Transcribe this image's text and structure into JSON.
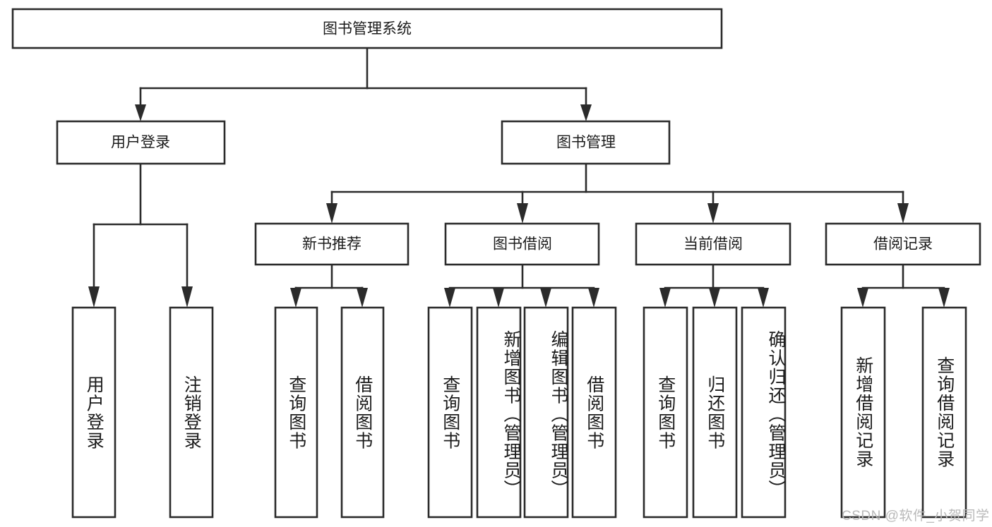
{
  "diagram": {
    "title": "图书管理系统",
    "type": "tree-hierarchy-chart",
    "watermark": "CSDN @软件_小贺同学",
    "colors": {
      "stroke": "#2b2b2b",
      "box_fill": "#ffffff",
      "text": "#1b1b1b",
      "background": "#ffffff",
      "watermark": "#b9b9b9"
    },
    "root": {
      "id": "root",
      "label": "图书管理系统",
      "orientation": "horizontal"
    },
    "level2": [
      {
        "id": "user-login",
        "label": "用户登录",
        "orientation": "horizontal"
      },
      {
        "id": "book-manage",
        "label": "图书管理",
        "orientation": "horizontal"
      }
    ],
    "level3": [
      {
        "id": "new-book-recommend",
        "label": "新书推荐",
        "orientation": "horizontal",
        "parent": "book-manage"
      },
      {
        "id": "book-borrow",
        "label": "图书借阅",
        "orientation": "horizontal",
        "parent": "book-manage"
      },
      {
        "id": "current-borrow",
        "label": "当前借阅",
        "orientation": "horizontal",
        "parent": "book-manage"
      },
      {
        "id": "borrow-record",
        "label": "借阅记录",
        "orientation": "horizontal",
        "parent": "book-manage"
      }
    ],
    "leaves": [
      {
        "id": "leaf-user-login",
        "label": "用户登录",
        "parent": "user-login",
        "orientation": "vertical"
      },
      {
        "id": "leaf-logout-login",
        "label": "注销登录",
        "parent": "user-login",
        "orientation": "vertical"
      },
      {
        "id": "leaf-query-book-1",
        "label": "查询图书",
        "parent": "new-book-recommend",
        "orientation": "vertical"
      },
      {
        "id": "leaf-borrow-book-1",
        "label": "借阅图书",
        "parent": "new-book-recommend",
        "orientation": "vertical"
      },
      {
        "id": "leaf-query-book-2",
        "label": "查询图书",
        "parent": "book-borrow",
        "orientation": "vertical"
      },
      {
        "id": "leaf-add-book",
        "label": "新增图书（管理员）",
        "parent": "book-borrow",
        "orientation": "vertical"
      },
      {
        "id": "leaf-edit-book",
        "label": "编辑图书（管理员）",
        "parent": "book-borrow",
        "orientation": "vertical"
      },
      {
        "id": "leaf-borrow-book-2",
        "label": "借阅图书",
        "parent": "book-borrow",
        "orientation": "vertical"
      },
      {
        "id": "leaf-query-book-3",
        "label": "查询图书",
        "parent": "current-borrow",
        "orientation": "vertical"
      },
      {
        "id": "leaf-return-book",
        "label": "归还图书",
        "parent": "current-borrow",
        "orientation": "vertical"
      },
      {
        "id": "leaf-confirm-return",
        "label": "确认归还（管理员）",
        "parent": "current-borrow",
        "orientation": "vertical"
      },
      {
        "id": "leaf-add-borrow-record",
        "label": "新增借阅记录",
        "parent": "borrow-record",
        "orientation": "vertical"
      },
      {
        "id": "leaf-query-borrow-record",
        "label": "查询借阅记录",
        "parent": "borrow-record",
        "orientation": "vertical"
      }
    ]
  }
}
